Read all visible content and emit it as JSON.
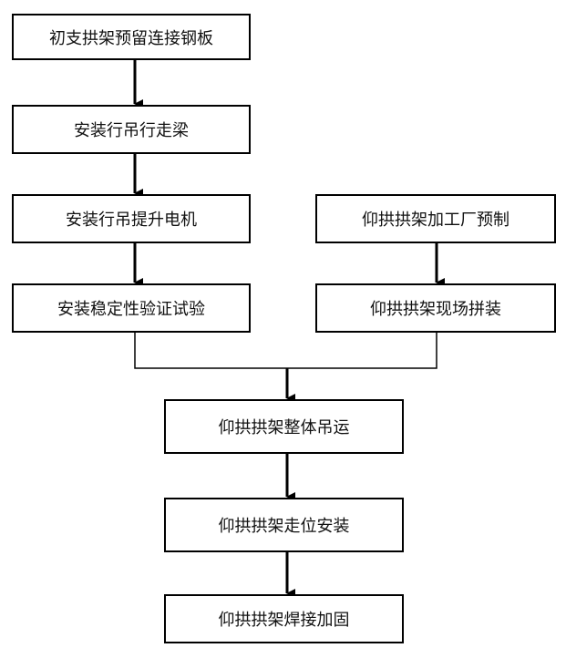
{
  "steps": {
    "s1": "初支拱架预留连接钢板",
    "s2": "安装行吊行走梁",
    "s3": "安装行吊提升电机",
    "s4": "安装稳定性验证试验",
    "s5": "仰拱拱架加工厂预制",
    "s6": "仰拱拱架现场拼装",
    "s7": "仰拱拱架整体吊运",
    "s8": "仰拱拱架走位安装",
    "s9": "仰拱拱架焊接加固"
  }
}
